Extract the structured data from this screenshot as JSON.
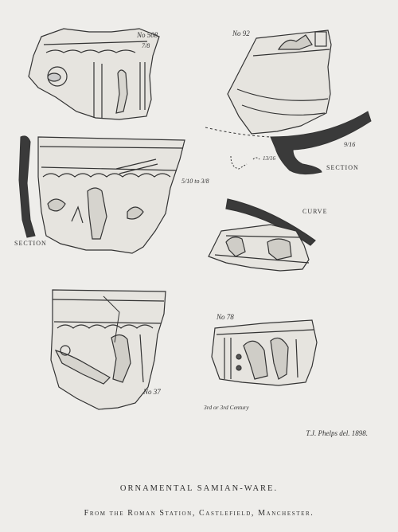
{
  "plate": {
    "title": "ORNAMENTAL SAMIAN-WARE.",
    "subtitle": "From the Roman Station, Castlefield, Manchester.",
    "signature": "T.J. Phelps del. 1898."
  },
  "fragments": {
    "no508": {
      "number": "No 508",
      "scale": "7/8"
    },
    "no92": {
      "number": "No 92",
      "scale": "9/16",
      "scale2": "13/16"
    },
    "large": {
      "scale": "5/10 to 3/8"
    },
    "no37": {
      "number": "No 37"
    },
    "no78": {
      "number": "No 78",
      "note": "3rd or 3rd Century"
    }
  },
  "labels": {
    "section_left": "SECTION",
    "section_right": "SECTION",
    "curve": "CURVE"
  }
}
